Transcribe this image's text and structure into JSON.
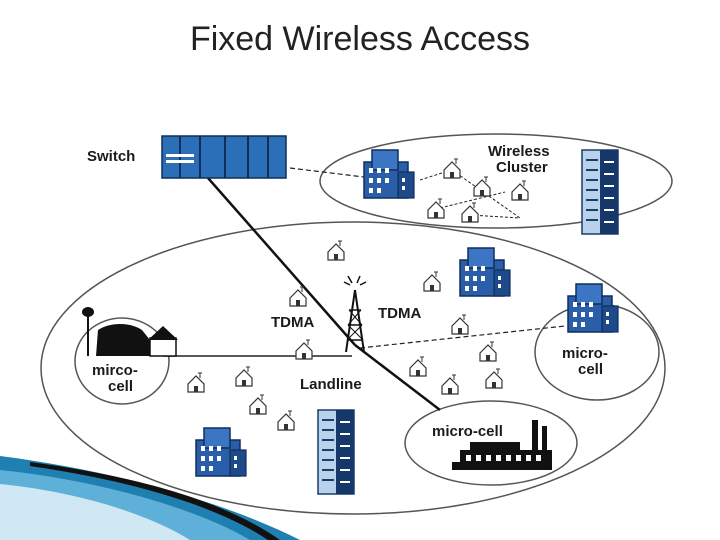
{
  "title": "Fixed Wireless Access",
  "labels": {
    "switch": "Switch",
    "wireless_cluster": [
      "Wireless",
      "Cluster"
    ],
    "tdma_left": "TDMA",
    "tdma_right": "TDMA",
    "landline": "Landline",
    "mirco_cell": [
      "mirco-",
      "cell"
    ],
    "micro_cell_right": [
      "micro-",
      "cell"
    ],
    "micro_cell_bottom": "micro-cell"
  },
  "colors": {
    "outline": "#555555",
    "switch_blue": "#2b6fb8",
    "building_blue": "#2a5ea8",
    "tower_blue": "#b9d2ec",
    "accent_teal": "#1f7fb0"
  }
}
